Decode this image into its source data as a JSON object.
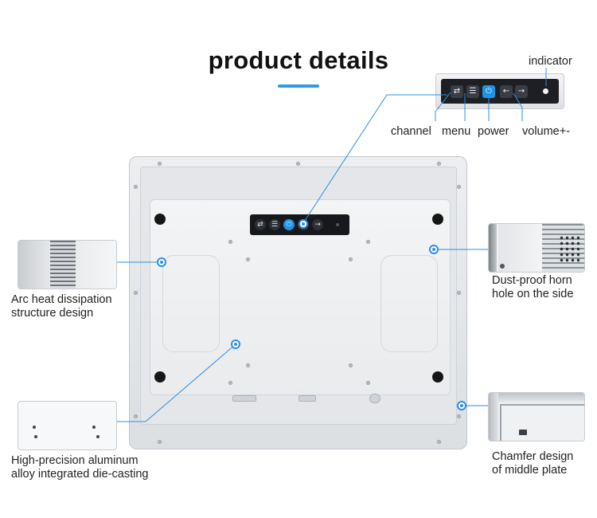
{
  "title": "product details",
  "accent_color": "#2f8fe0",
  "panel_labels": {
    "indicator": "indicator",
    "channel": "channel",
    "menu": "menu",
    "power": "power",
    "volume": "volume+-"
  },
  "panel_buttons": [
    {
      "icon": "swap-arrows-icon",
      "glyph": "⇄"
    },
    {
      "icon": "menu-list-icon",
      "glyph": "☰"
    },
    {
      "icon": "power-icon",
      "glyph": "⏻"
    },
    {
      "icon": "arrow-left-icon",
      "glyph": "←"
    },
    {
      "icon": "arrow-right-icon",
      "glyph": "→"
    }
  ],
  "features": {
    "arc_heat": "Arc heat dissipation\nstructure design",
    "dust_proof": "Dust-proof horn\nhole on the side",
    "aluminum": "High-precision aluminum\nalloy integrated die-casting",
    "chamfer": "Chamfer design\nof middle plate"
  }
}
